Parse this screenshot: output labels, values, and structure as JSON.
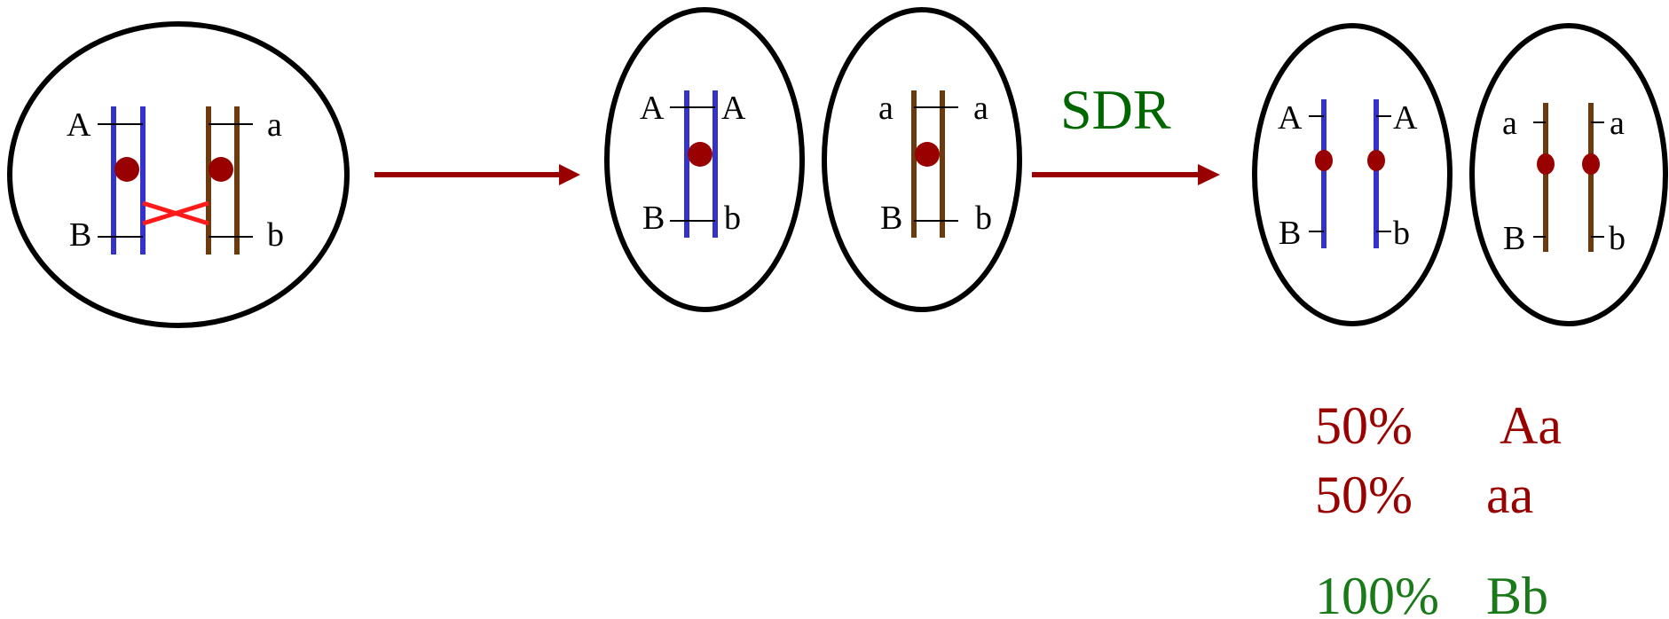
{
  "colors": {
    "outline": "#000000",
    "blue_chromosome": "#3333cc",
    "brown_chromosome": "#6b3a0e",
    "centromere": "#990000",
    "crossover": "#ff1a1a",
    "arrow": "#990000",
    "sdr_text": "#006600",
    "result_red": "#990000",
    "result_green": "#1a7a1a"
  },
  "cell1": {
    "label_A": "A",
    "label_B": "B",
    "label_a": "a",
    "label_b": "b"
  },
  "cell2": {
    "left_top": "A",
    "right_top": "A",
    "left_bottom": "B",
    "right_bottom": "b"
  },
  "cell3": {
    "left_top": "a",
    "right_top": "a",
    "left_bottom": "B",
    "right_bottom": "b"
  },
  "sdr_label": "SDR",
  "cell4": {
    "left_top": "A",
    "right_top": "A",
    "left_bottom": "B",
    "right_bottom": "b"
  },
  "cell5": {
    "left_top": "a",
    "right_top": "a",
    "left_bottom": "B",
    "right_bottom": "b"
  },
  "results": [
    {
      "percent": "50%",
      "genotype": "Aa"
    },
    {
      "percent": "50%",
      "genotype": "aa"
    },
    {
      "percent": "100%",
      "genotype": "Bb"
    }
  ]
}
